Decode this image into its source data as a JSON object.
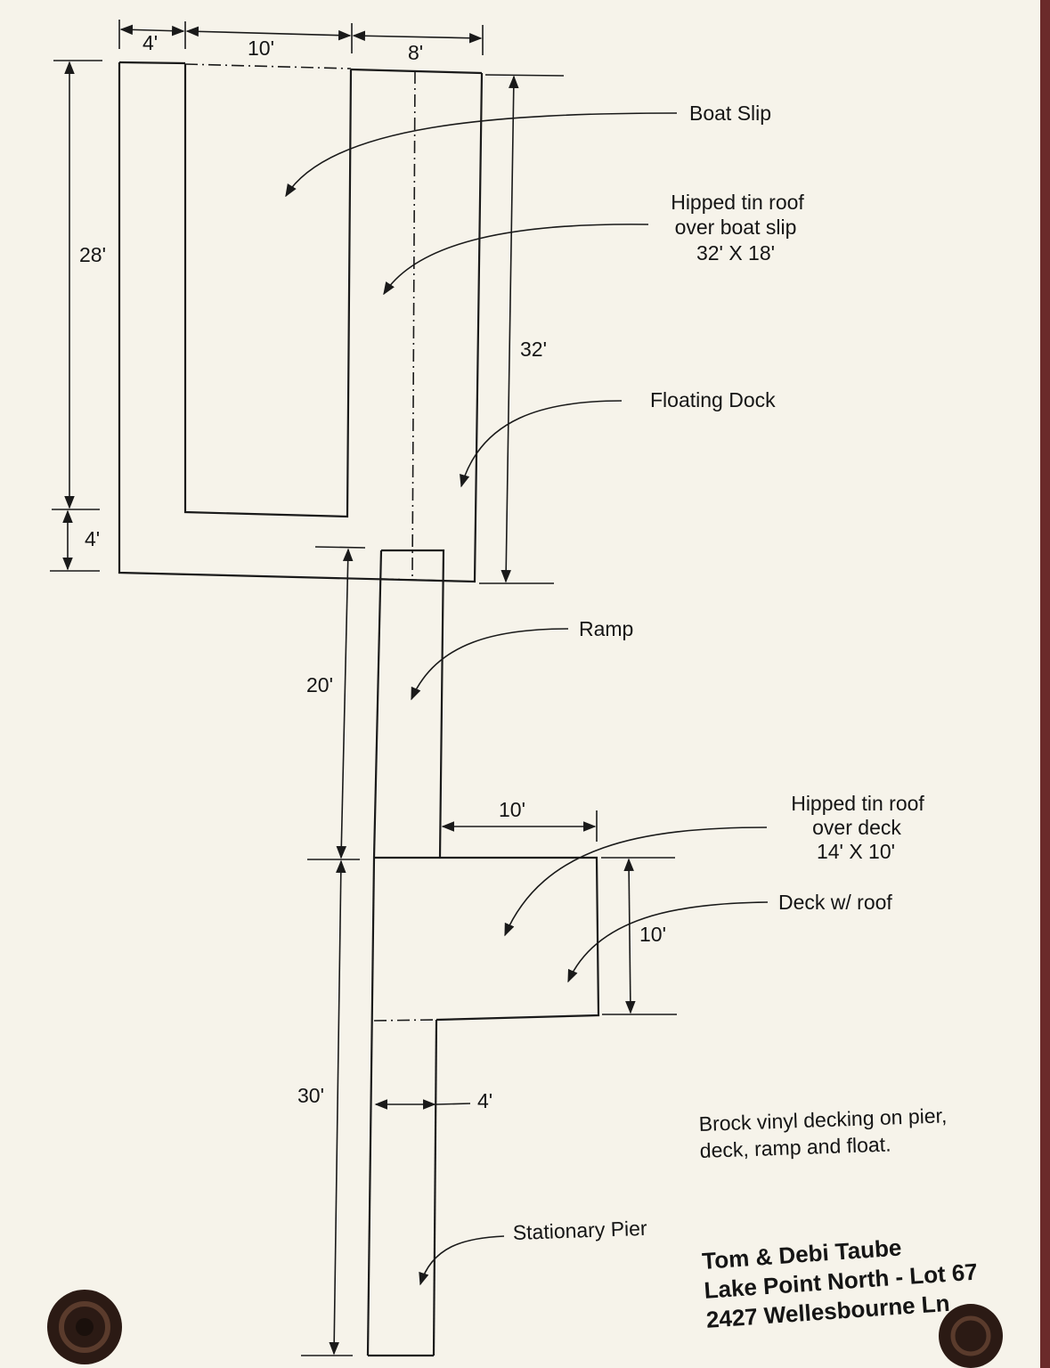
{
  "dimensions": {
    "slip_side_walk": "4'",
    "slip_width": "10'",
    "float_width": "8'",
    "slip_length": "28'",
    "float_length": "32'",
    "back_walk": "4'",
    "ramp_length": "20'",
    "deck_width": "10'",
    "deck_depth": "10'",
    "pier_length": "30'",
    "pier_width": "4'"
  },
  "labels": {
    "boat_slip": "Boat Slip",
    "slip_roof": [
      "Hipped tin roof",
      "over boat slip",
      "32' X 18'"
    ],
    "floating_dock": "Floating Dock",
    "ramp": "Ramp",
    "deck_roof": [
      "Hipped tin roof",
      "over deck",
      "14' X 10'"
    ],
    "deck": "Deck w/ roof",
    "stationary_pier": "Stationary Pier"
  },
  "note": [
    "Brock vinyl decking on pier,",
    "deck, ramp and float."
  ],
  "owner": [
    "Tom & Debi Taube",
    "Lake Point North - Lot 67",
    "2427 Wellesbourne Ln"
  ],
  "colors": {
    "paper": "#f6f3ea",
    "ink": "#1a1a1a"
  }
}
